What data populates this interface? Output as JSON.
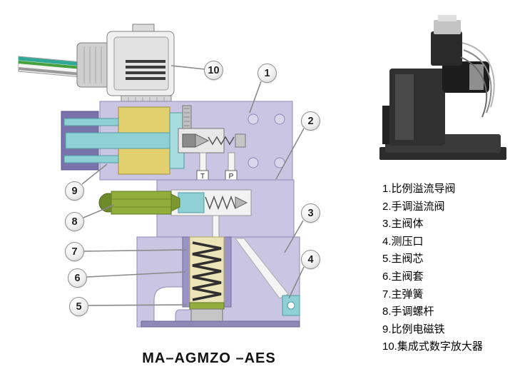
{
  "caption": "MA–AGMZO –AES",
  "legend": {
    "items": [
      "1.比例溢流导阀",
      "2.手调溢流阀",
      "3.主阀体",
      "4.测压口",
      "5.主阀芯",
      "6.主阀套",
      "7.主弹簧",
      "8.手调螺杆",
      "9.比例电磁铁",
      "10.集成式数字放大器"
    ]
  },
  "callouts": [
    "1",
    "2",
    "3",
    "4",
    "5",
    "6",
    "7",
    "8",
    "9",
    "10"
  ],
  "diagram": {
    "port_t": "T",
    "port_p": "P"
  },
  "colors": {
    "body_lavender": "#c9c5e2",
    "sleeve_purple": "#9a94c4",
    "coil_yellow": "#e2cf6d",
    "armature_teal": "#8ed0d4",
    "adjuster_green": "#93ad3c",
    "spring_chamber": "#eae4b8",
    "line_gray": "#8a8a8a"
  }
}
